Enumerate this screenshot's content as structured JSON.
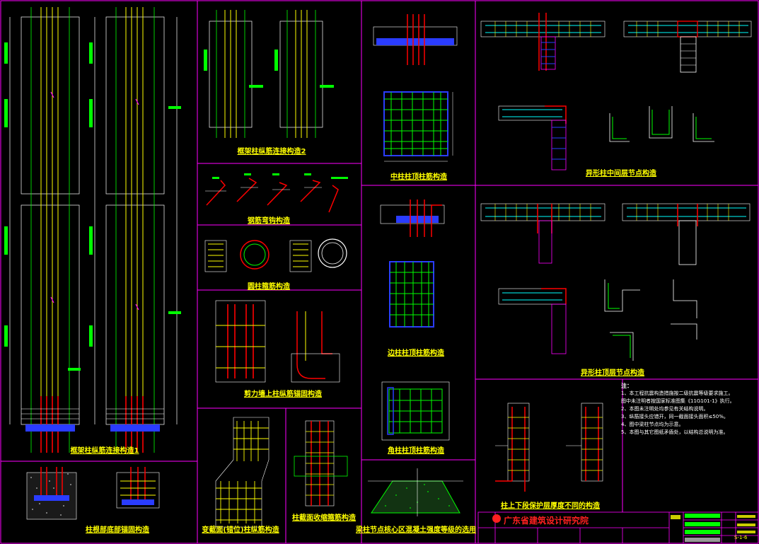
{
  "colors": {
    "background": "#000000",
    "frame": "#ff00ff",
    "bar_main": "#ff0000",
    "bar_long": "#ffff00",
    "stirrup": "#00ff00",
    "concrete": "#00ffff",
    "dimension": "#ffffff",
    "annotation": "#00ff00",
    "tie": "#0000ff"
  },
  "panels": {
    "column_splice_1": {
      "title": "框架柱纵筋连接构造1"
    },
    "column_splice_2": {
      "title": "框架柱纵筋连接构造2"
    },
    "hook": {
      "title": "钢筋弯钩构造"
    },
    "circular": {
      "title": "圆柱箍筋构造"
    },
    "shear_wall": {
      "title": "剪力墙上柱纵筋锚固构造"
    },
    "column_base": {
      "title": "柱根部底部锚固构造"
    },
    "section_change": {
      "title": "变截面(错位)柱纵筋构造"
    },
    "section_stirrup": {
      "title": "柱截面收缩箍筋构造"
    },
    "mid_column_top": {
      "title": "中柱柱顶柱筋构造"
    },
    "side_column_top": {
      "title": "边柱柱顶柱筋构造"
    },
    "corner_column_top": {
      "title": "角柱柱顶柱筋构造"
    },
    "core_concrete": {
      "title": "梁柱节点核心区混凝土强度等级的选用"
    },
    "special_mid": {
      "title": "异形柱中间层节点构造"
    },
    "special_top": {
      "title": "异形柱顶层节点构造"
    },
    "cover_change": {
      "title": "柱上下段保护层厚度不同的构造"
    }
  },
  "notes": {
    "heading": "注：",
    "lines": [
      "1、本工程抗震构造措施按二级抗震等级要求施工。",
      "   图中未注明者按国家标准图集《11G101-1》执行。",
      "2、本图未注明处均参见有关结构说明。",
      "3、纵筋接头应错开，同一截面接头面积≤50%。",
      "4、图中梁柱节点均为示意。",
      "5、本图与其它图纸矛盾处，以结构总说明为准。"
    ]
  },
  "title_block": {
    "org": "广东省建筑设计研究院",
    "drawing_no": "S-1-6"
  }
}
